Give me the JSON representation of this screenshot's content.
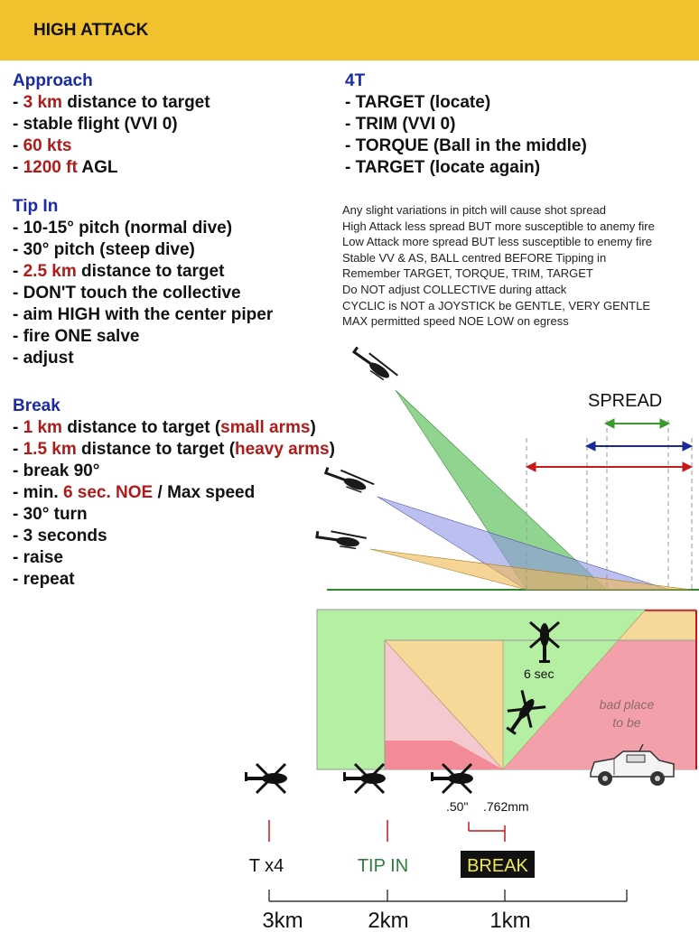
{
  "header": {
    "title": "HIGH ATTACK"
  },
  "approach": {
    "title": "Approach",
    "lines": [
      [
        {
          "t": "- ",
          "c": ""
        },
        {
          "t": "3 km",
          "c": "red"
        },
        {
          "t": " distance to target",
          "c": ""
        }
      ],
      [
        {
          "t": "- stable flight (VVI 0)",
          "c": ""
        }
      ],
      [
        {
          "t": "- ",
          "c": ""
        },
        {
          "t": "60 kts",
          "c": "red"
        }
      ],
      [
        {
          "t": "- ",
          "c": ""
        },
        {
          "t": "1200 ft",
          "c": "red"
        },
        {
          "t": " AGL",
          "c": ""
        }
      ]
    ]
  },
  "tipin": {
    "title": "Tip In",
    "lines": [
      [
        {
          "t": "- 10-15° pitch (normal dive)",
          "c": ""
        }
      ],
      [
        {
          "t": "- 30° pitch (steep dive)",
          "c": ""
        }
      ],
      [
        {
          "t": "- ",
          "c": ""
        },
        {
          "t": "2.5 km",
          "c": "red"
        },
        {
          "t": " distance to target",
          "c": ""
        }
      ],
      [
        {
          "t": "- DON'T touch the collective",
          "c": ""
        }
      ],
      [
        {
          "t": "- aim HIGH with the center piper",
          "c": ""
        }
      ],
      [
        {
          "t": "- fire ONE salve",
          "c": ""
        }
      ],
      [
        {
          "t": "- adjust",
          "c": ""
        }
      ]
    ]
  },
  "break": {
    "title": "Break",
    "lines": [
      [
        {
          "t": "- ",
          "c": ""
        },
        {
          "t": "1 km",
          "c": "red"
        },
        {
          "t": " distance to target (",
          "c": ""
        },
        {
          "t": "small arms",
          "c": "red"
        },
        {
          "t": ")",
          "c": ""
        }
      ],
      [
        {
          "t": "- ",
          "c": ""
        },
        {
          "t": "1.5 km",
          "c": "red"
        },
        {
          "t": " distance to target (",
          "c": ""
        },
        {
          "t": "heavy arms",
          "c": "red"
        },
        {
          "t": ")",
          "c": ""
        }
      ],
      [
        {
          "t": "- break 90°",
          "c": ""
        }
      ],
      [
        {
          "t": "- min. ",
          "c": ""
        },
        {
          "t": "6 sec. NOE",
          "c": "red"
        },
        {
          "t": " / Max speed",
          "c": ""
        }
      ],
      [
        {
          "t": "- 30° turn",
          "c": ""
        }
      ],
      [
        {
          "t": "- 3 seconds",
          "c": ""
        }
      ],
      [
        {
          "t": "- raise",
          "c": ""
        }
      ],
      [
        {
          "t": "- repeat",
          "c": ""
        }
      ]
    ]
  },
  "fourt": {
    "title": "4T",
    "lines": [
      [
        {
          "t": "- TARGET (locate)",
          "c": ""
        }
      ],
      [
        {
          "t": "- TRIM (VVI 0)",
          "c": ""
        }
      ],
      [
        {
          "t": "- TORQUE (Ball in the middle)",
          "c": ""
        }
      ],
      [
        {
          "t": "- TARGET (locate again)",
          "c": ""
        }
      ]
    ]
  },
  "notes": [
    "Any slight variations in pitch will cause shot spread",
    "High Attack less spread BUT more susceptible to anemy fire",
    "Low Attack more spread BUT less susceptible to enemy fire",
    "Stable VV & AS, BALL centred BEFORE Tipping in",
    "Remember TARGET, TORQUE, TRIM, TARGET",
    "Do NOT adjust COLLECTIVE during attack",
    "CYCLIC is NOT a JOYSTICK be GENTLE, VERY GENTLE",
    "MAX permitted speed NOE LOW on egress"
  ],
  "diagram": {
    "spread_label": "SPREAD",
    "six_sec_label": "6 sec",
    "bad_place_line1": "bad place",
    "bad_place_line2": "to be",
    "cal50_label": ".50\"",
    "cal762_label": ".762mm",
    "marker_t4": "T x4",
    "marker_tipin": "TIP IN",
    "marker_break": "BREAK",
    "scale_3km": "3km",
    "scale_2km": "2km",
    "scale_1km": "1km",
    "colors": {
      "header": "#f2c12e",
      "section_title": "#1a2aa8",
      "highlight": "#b21a1a",
      "green_zone": "#b5efa3",
      "safe_zone": "#f6d898",
      "danger_zone": "#f4a0aa",
      "tipin_text": "#2f7d3a",
      "break_text": "#f2e84a"
    }
  }
}
